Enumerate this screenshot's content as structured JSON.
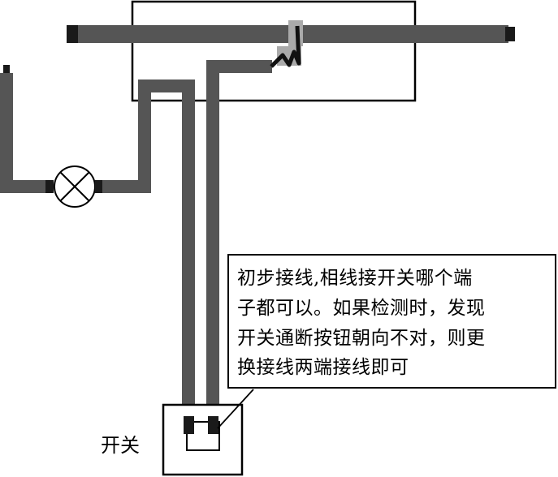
{
  "note": {
    "lines": [
      "初步接线,相线接开关哪个端",
      "子都可以。如果检测时，发现",
      "开关通断按钮朝向不对，则更",
      "换接线两端接线即可"
    ]
  },
  "switch": {
    "label": "开关"
  },
  "colors": {
    "wire": "#555555",
    "wire_dark": "#1a1a1a",
    "outline": "#000000"
  }
}
